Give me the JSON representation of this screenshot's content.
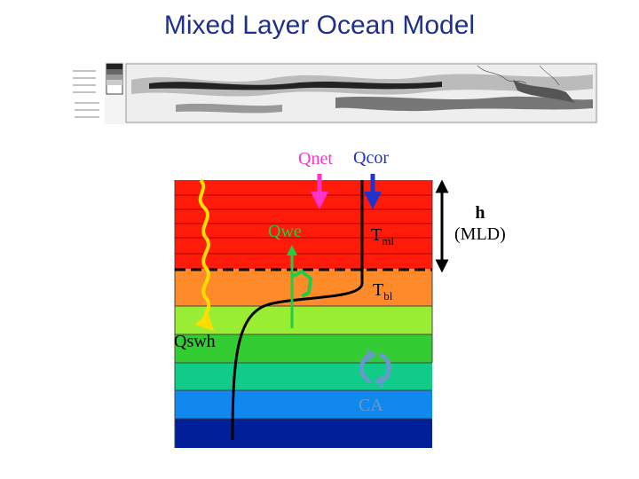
{
  "title": "Mixed Layer Ocean Model",
  "labels": {
    "qnet": "Qnet",
    "qcor": "Qcor",
    "qwe": "Qwe",
    "qswh": "Qswh",
    "tml_main": "T",
    "tml_sub": "ml",
    "tbl_main": "T",
    "tbl_sub": "bl",
    "ca": "CA",
    "h_line1": "h",
    "h_line2": "(MLD)"
  },
  "colors": {
    "title": "#1f2f8c",
    "mixed_layer": "#ff1a0a",
    "barrier_layer": "#ff8a2a",
    "layer_light_green": "#99ee33",
    "layer_green": "#33cc33",
    "layer_teal": "#11cc88",
    "layer_blue": "#1188ee",
    "layer_navy": "#001f99",
    "qnet_arrow": "#ff33cc",
    "qcor_arrow": "#2233cc",
    "qswh_wave": "#ffdd00",
    "qwe_arrow": "#22cc44",
    "ca_color": "#6699cc"
  },
  "icons": {
    "entrainment_arrow": "green-up-arrow-icon",
    "convective_adjustment": "circular-arrows-icon"
  }
}
